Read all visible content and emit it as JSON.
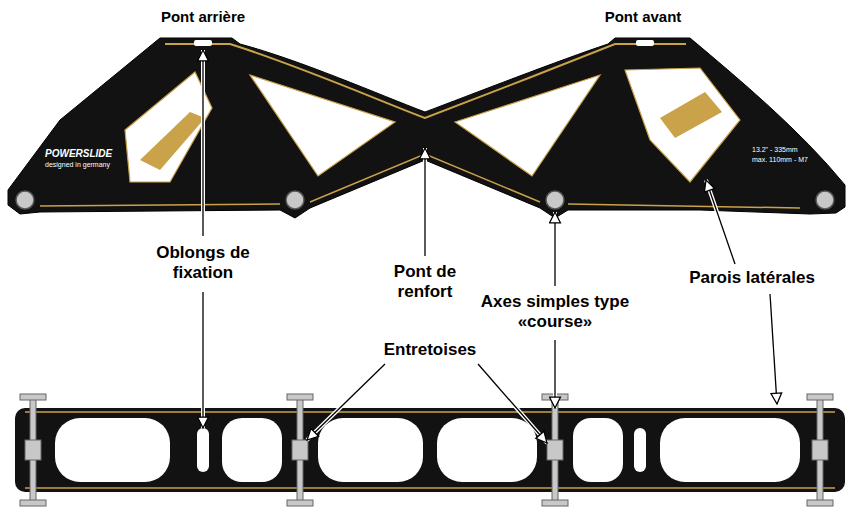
{
  "diagram": {
    "labels": [
      "Pont arrière",
      "Pont avant",
      "POWERSLIDE",
      "designed in germany",
      "13.2\" - 335mm",
      "max. 110mm - M7",
      "Oblongs de fixation",
      "Pont de renfort",
      "Axes simples type «course»",
      "Parois latérales",
      "Entretoises"
    ]
  }
}
